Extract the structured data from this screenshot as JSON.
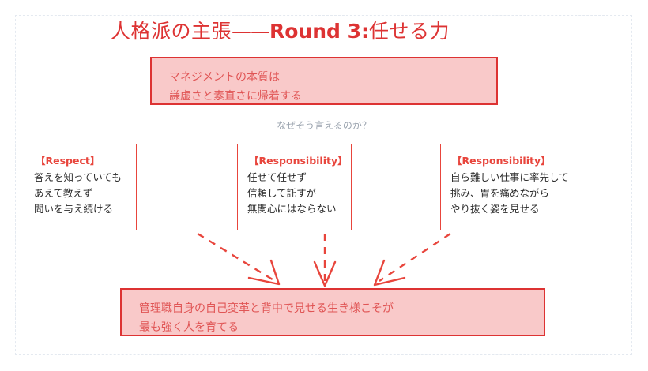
{
  "title": {
    "lead": "人格派の主張",
    "dash": "——",
    "round": "Round 3:",
    "tail": "任せる力"
  },
  "top_box": {
    "line1": "マネジメントの本質は",
    "line2": "謙虚さと素直さに帰着する"
  },
  "question": "なぜそう言えるのか？",
  "pillars": [
    {
      "head": "【Respect】",
      "line1": "答えを知っていても",
      "line2": "あえて教えず",
      "line3": "問いを与え続ける"
    },
    {
      "head": "【Responsibility】",
      "line1": "任せて任せず",
      "line2": "信頼して託すが",
      "line3": "無関心にはならない"
    },
    {
      "head": "【Responsibility】",
      "line1": "自ら難しい仕事に率先して",
      "line2": "挑み、胃を痛めながら",
      "line3": "やり抜く姿を見せる"
    }
  ],
  "bottom_box": {
    "line1": "管理職自身の自己変革と背中で見せる生き様こそが",
    "line2": "最も強く人を育てる"
  },
  "colors": {
    "accent_red": "#dd3333",
    "border_red": "#e8453c",
    "fill_pink": "#f9c9c9",
    "body_text": "#2b2b2b",
    "muted_gray": "#9aa3ae",
    "frame_gray": "#e4e9f0"
  }
}
